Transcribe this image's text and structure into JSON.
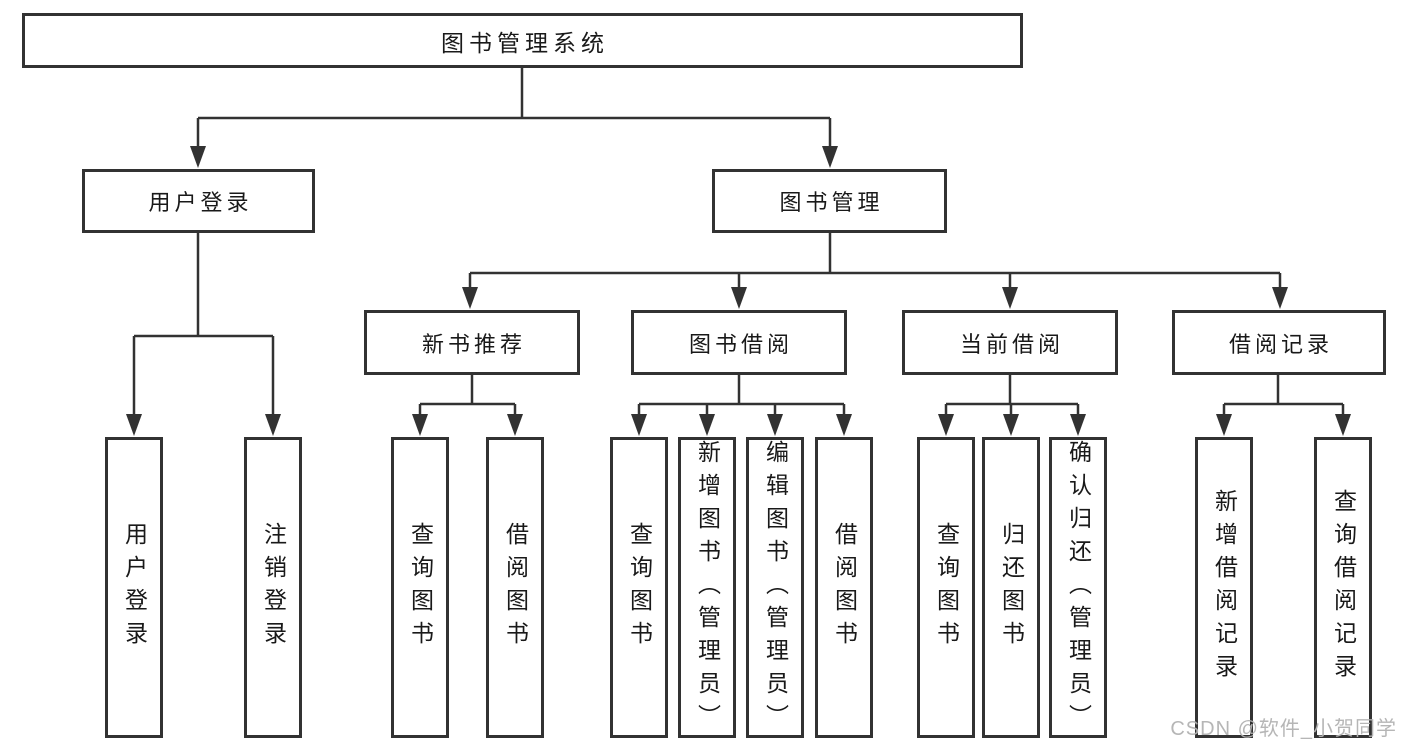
{
  "tree": {
    "root": {
      "label": "图书管理系统",
      "children": [
        {
          "label": "用户登录",
          "children": [
            {
              "label": "用户登录"
            },
            {
              "label": "注销登录"
            }
          ]
        },
        {
          "label": "图书管理",
          "children": [
            {
              "label": "新书推荐",
              "children": [
                {
                  "label": "查询图书"
                },
                {
                  "label": "借阅图书"
                }
              ]
            },
            {
              "label": "图书借阅",
              "children": [
                {
                  "label": "查询图书"
                },
                {
                  "label": "新增图书（管理员）"
                },
                {
                  "label": "编辑图书（管理员）"
                },
                {
                  "label": "借阅图书"
                }
              ]
            },
            {
              "label": "当前借阅",
              "children": [
                {
                  "label": "查询图书"
                },
                {
                  "label": "归还图书"
                },
                {
                  "label": "确认归还（管理员）"
                }
              ]
            },
            {
              "label": "借阅记录",
              "children": [
                {
                  "label": "新增借阅记录"
                },
                {
                  "label": "查询借阅记录"
                }
              ]
            }
          ]
        }
      ]
    }
  },
  "watermark": {
    "text": "CSDN @软件_小贺同学"
  },
  "colors": {
    "line": "#323232",
    "text": "#191919",
    "background": "#ffffff",
    "watermark": "#b2b2b2"
  }
}
